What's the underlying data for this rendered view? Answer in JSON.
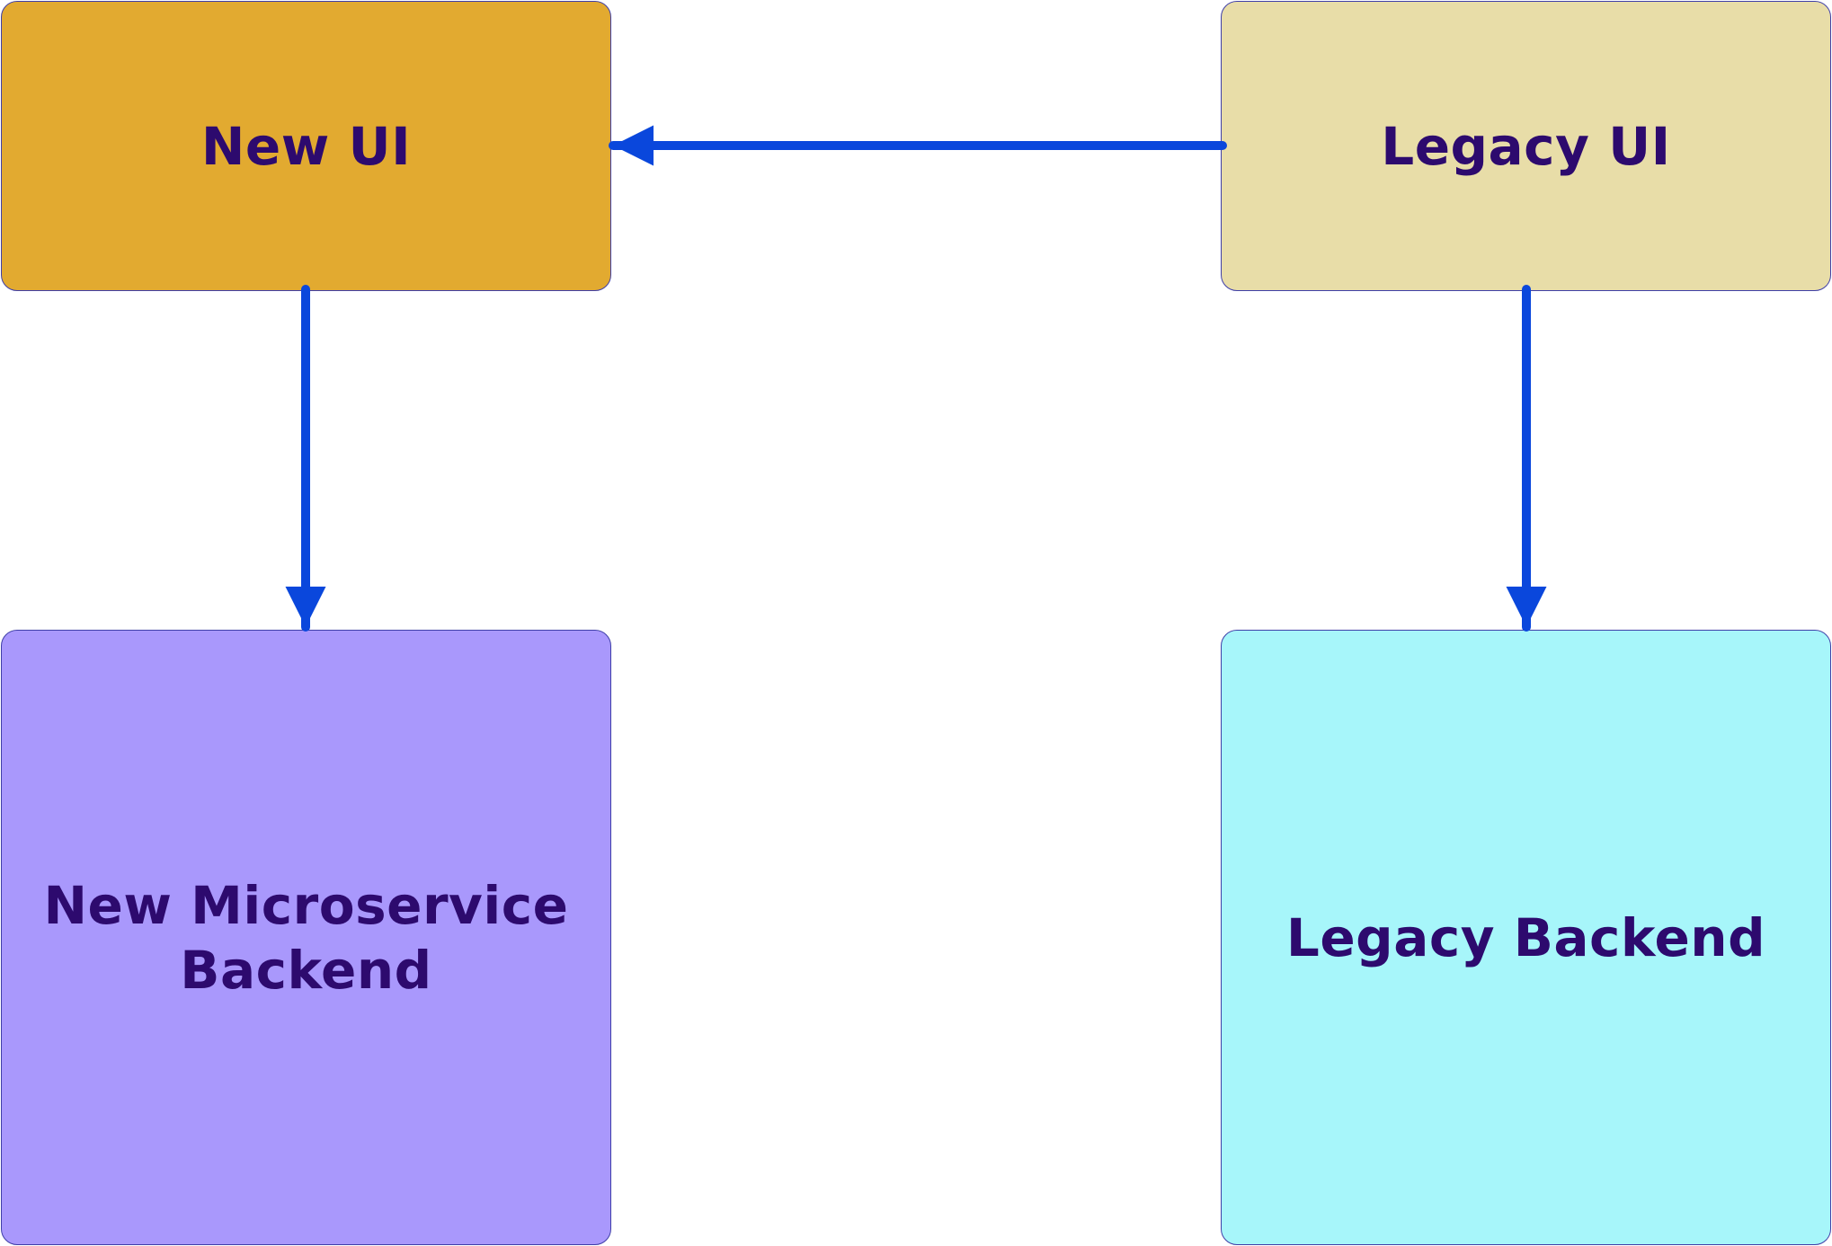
{
  "diagram": {
    "nodes": {
      "new_ui": {
        "label": "New UI",
        "fill": "#e2aa30"
      },
      "legacy_ui": {
        "label": "Legacy UI",
        "fill": "#e8dda8"
      },
      "new_backend": {
        "label": "New Microservice\nBackend",
        "fill": "#a998fc"
      },
      "legacy_backend": {
        "label": "Legacy Backend",
        "fill": "#a7f6fa"
      }
    },
    "edges": [
      {
        "from": "legacy_ui",
        "to": "new_ui"
      },
      {
        "from": "new_ui",
        "to": "new_backend"
      },
      {
        "from": "legacy_ui",
        "to": "legacy_backend"
      }
    ],
    "edge_color": "#0a47dc"
  }
}
